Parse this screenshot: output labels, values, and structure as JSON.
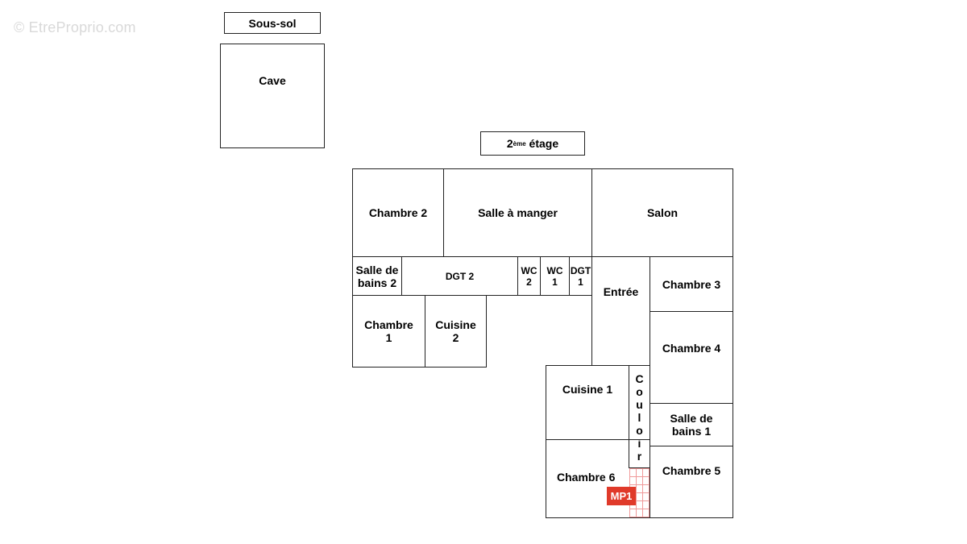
{
  "watermark": "© EtreProprio.com",
  "sections": {
    "basement": "Sous-sol",
    "floor_num": "2",
    "floor_sup": "ème",
    "floor_word": " étage"
  },
  "rooms": {
    "cave": "Cave",
    "chambre2": "Chambre 2",
    "salle_a_manger": "Salle à manger",
    "salon": "Salon",
    "salle_de_bains2": "Salle de\nbains 2",
    "dgt2": "DGT 2",
    "wc2": "WC\n2",
    "wc1": "WC\n1",
    "dgt1": "DGT\n1",
    "entree": "Entrée",
    "chambre3": "Chambre 3",
    "chambre1": "Chambre\n1",
    "cuisine2": "Cuisine\n2",
    "chambre4": "Chambre 4",
    "cuisine1": "Cuisine 1",
    "couloir": [
      "C",
      "o",
      "u",
      "l",
      "o",
      "i",
      "r"
    ],
    "salle_de_bains1": "Salle de\nbains 1",
    "chambre6": "Chambre 6",
    "chambre5": "Chambre 5"
  },
  "marker": {
    "label": "MP1",
    "color": "#e03a2a"
  }
}
